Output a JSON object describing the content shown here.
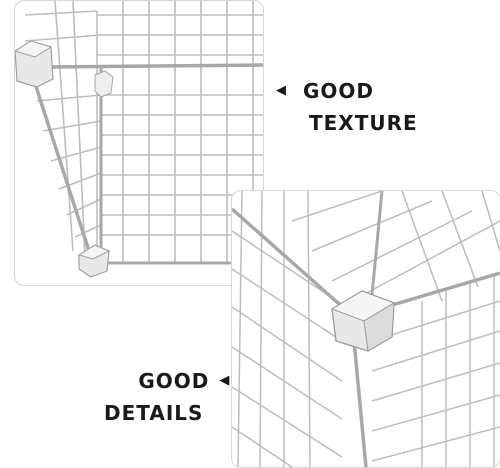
{
  "captions": {
    "top": {
      "line1": "GOOD",
      "line2": "TEXTURE",
      "arrow_icon": "arrow-left-icon"
    },
    "bottom": {
      "line1": "GOOD",
      "line2": "DETAILS",
      "arrow_icon": "arrow-left-icon"
    }
  },
  "images": {
    "top": "wire-grid-panel-corner-photo",
    "bottom": "wire-grid-connector-detail-photo"
  },
  "colors": {
    "wire": "#b8b8b8",
    "connector": "#e6e6e6",
    "text": "#1a1a1a",
    "border": "#d6d6d6"
  }
}
